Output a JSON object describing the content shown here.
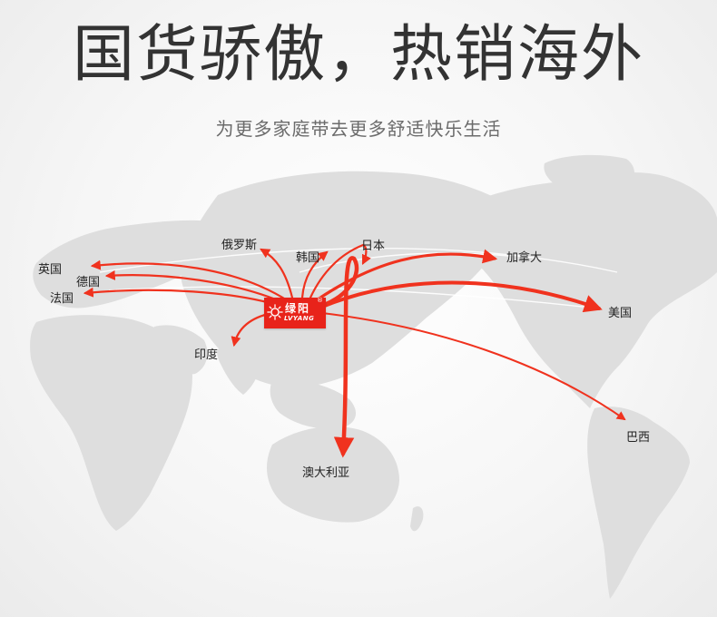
{
  "headline": "国货骄傲，热销海外",
  "subline": "为更多家庭带去更多舒适快乐生活",
  "logo": {
    "cn": "绿阳",
    "en": "LVYANG",
    "reg": "®"
  },
  "countries": {
    "russia": "俄罗斯",
    "korea": "韩国",
    "japan": "日本",
    "canada": "加拿大",
    "uk": "英国",
    "germany": "德国",
    "france": "法国",
    "usa": "美国",
    "india": "印度",
    "brazil": "巴西",
    "australia": "澳大利亚"
  },
  "colors": {
    "arrow": "#f0321e",
    "land": "#dedede",
    "logo_bg": "#e8231a"
  }
}
